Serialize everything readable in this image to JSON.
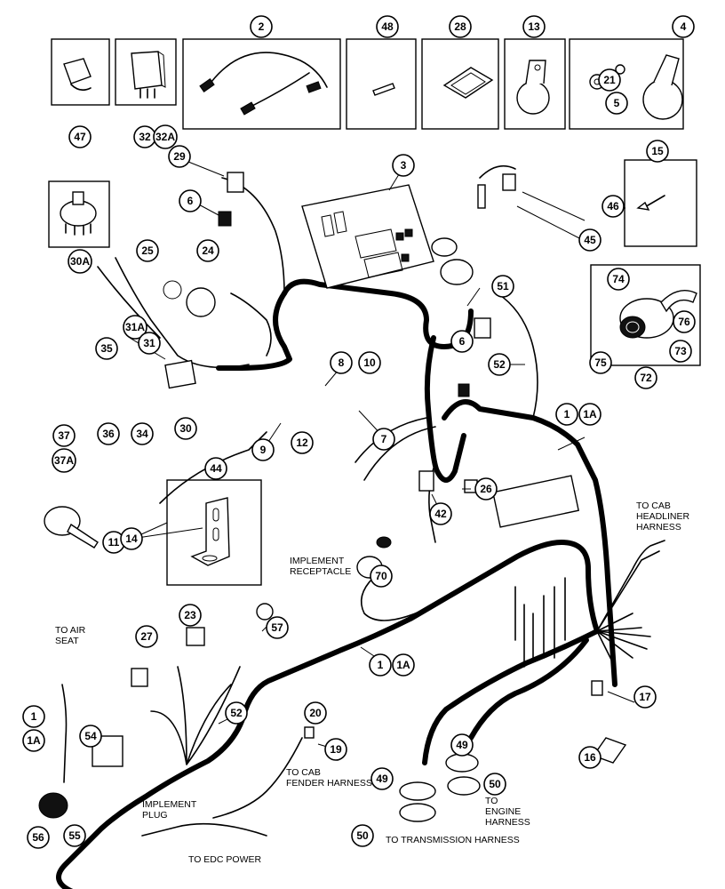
{
  "callouts": [
    "47",
    "32",
    "32A",
    "2",
    "48",
    "28",
    "13",
    "4",
    "21",
    "5",
    "29",
    "6",
    "3",
    "15",
    "30A",
    "25",
    "24",
    "46",
    "45",
    "51",
    "74",
    "76",
    "75",
    "73",
    "72",
    "31A",
    "31",
    "35",
    "8",
    "10",
    "6",
    "52",
    "37",
    "36",
    "34",
    "30",
    "9",
    "7",
    "12",
    "1",
    "1A",
    "37A",
    "44",
    "26",
    "42",
    "11",
    "14",
    "70",
    "23",
    "27",
    "57",
    "1",
    "1A",
    "52",
    "1",
    "1A",
    "54",
    "20",
    "19",
    "49",
    "49",
    "50",
    "50",
    "17",
    "16",
    "56",
    "55"
  ],
  "labels": {
    "implement_receptacle": "IMPLEMENT\nRECEPTACLE",
    "to_air_seat": "TO AIR\nSEAT",
    "to_cab_headliner": "TO CAB\nHEADLINER\nHARNESS",
    "implement_plug": "IMPLEMENT\nPLUG",
    "to_cab_fender": "TO CAB\nFENDER HARNESS",
    "to_engine": "TO\nENGINE\nHARNESS",
    "to_transmission": "TO TRANSMISSION HARNESS",
    "to_edc_power": "TO EDC POWER"
  }
}
